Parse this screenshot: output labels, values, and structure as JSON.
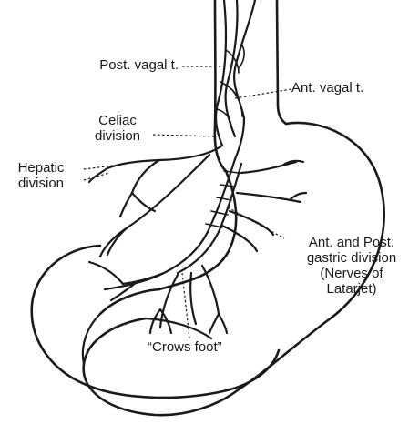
{
  "labels": {
    "post_vagal": "Post. vagal t.",
    "ant_vagal": "Ant. vagal t.",
    "celiac_line1": "Celiac",
    "celiac_line2": "division",
    "hepatic_line1": "Hepatic",
    "hepatic_line2": "division",
    "gastric_line1": "Ant. and Post.",
    "gastric_line2": "gastric division",
    "gastric_line3": "(Nerves of",
    "gastric_line4": "Latarjet)",
    "crows_foot": "“Crows foot”"
  },
  "colors": {
    "ink": "#1a1a1a",
    "paper": "#ffffff"
  }
}
